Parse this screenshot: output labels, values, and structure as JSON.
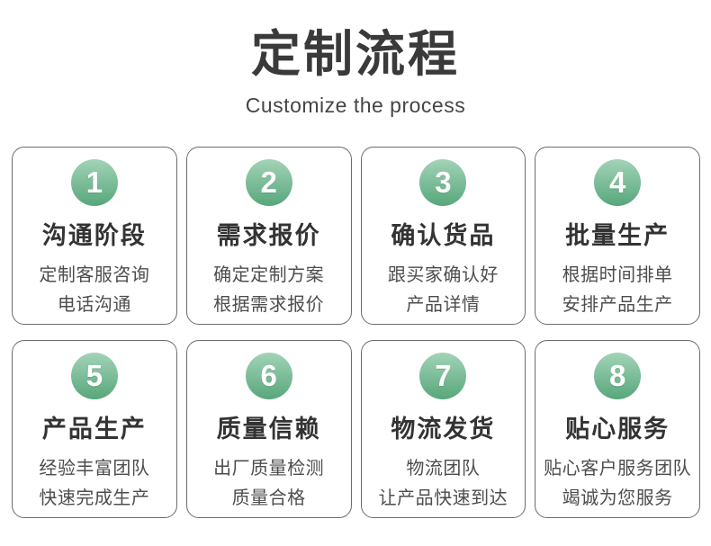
{
  "header": {
    "title": "定制流程",
    "subtitle": "Customize the process"
  },
  "cards": [
    {
      "number": "1",
      "title": "沟通阶段",
      "desc_line1": "定制客服咨询",
      "desc_line2": "电话沟通"
    },
    {
      "number": "2",
      "title": "需求报价",
      "desc_line1": "确定定制方案",
      "desc_line2": "根据需求报价"
    },
    {
      "number": "3",
      "title": "确认货品",
      "desc_line1": "跟买家确认好",
      "desc_line2": "产品详情"
    },
    {
      "number": "4",
      "title": "批量生产",
      "desc_line1": "根据时间排单",
      "desc_line2": "安排产品生产"
    },
    {
      "number": "5",
      "title": "产品生产",
      "desc_line1": "经验丰富团队",
      "desc_line2": "快速完成生产"
    },
    {
      "number": "6",
      "title": "质量信赖",
      "desc_line1": "出厂质量检测",
      "desc_line2": "质量合格"
    },
    {
      "number": "7",
      "title": "物流发货",
      "desc_line1": "物流团队",
      "desc_line2": "让产品快速到达"
    },
    {
      "number": "8",
      "title": "贴心服务",
      "desc_line1": "贴心客户服务团队",
      "desc_line2": "竭诚为您服务"
    }
  ],
  "colors": {
    "bg": "#ffffff",
    "title": "#3a3a3a",
    "subtitle": "#454545",
    "card_border": "#6b6b6b",
    "card_bg": "#ffffff",
    "badge_top": "#a3d3b8",
    "badge_bottom": "#57a77b",
    "badge_text": "#ffffff",
    "step_title": "#333333",
    "step_desc": "#4d4d4d"
  }
}
